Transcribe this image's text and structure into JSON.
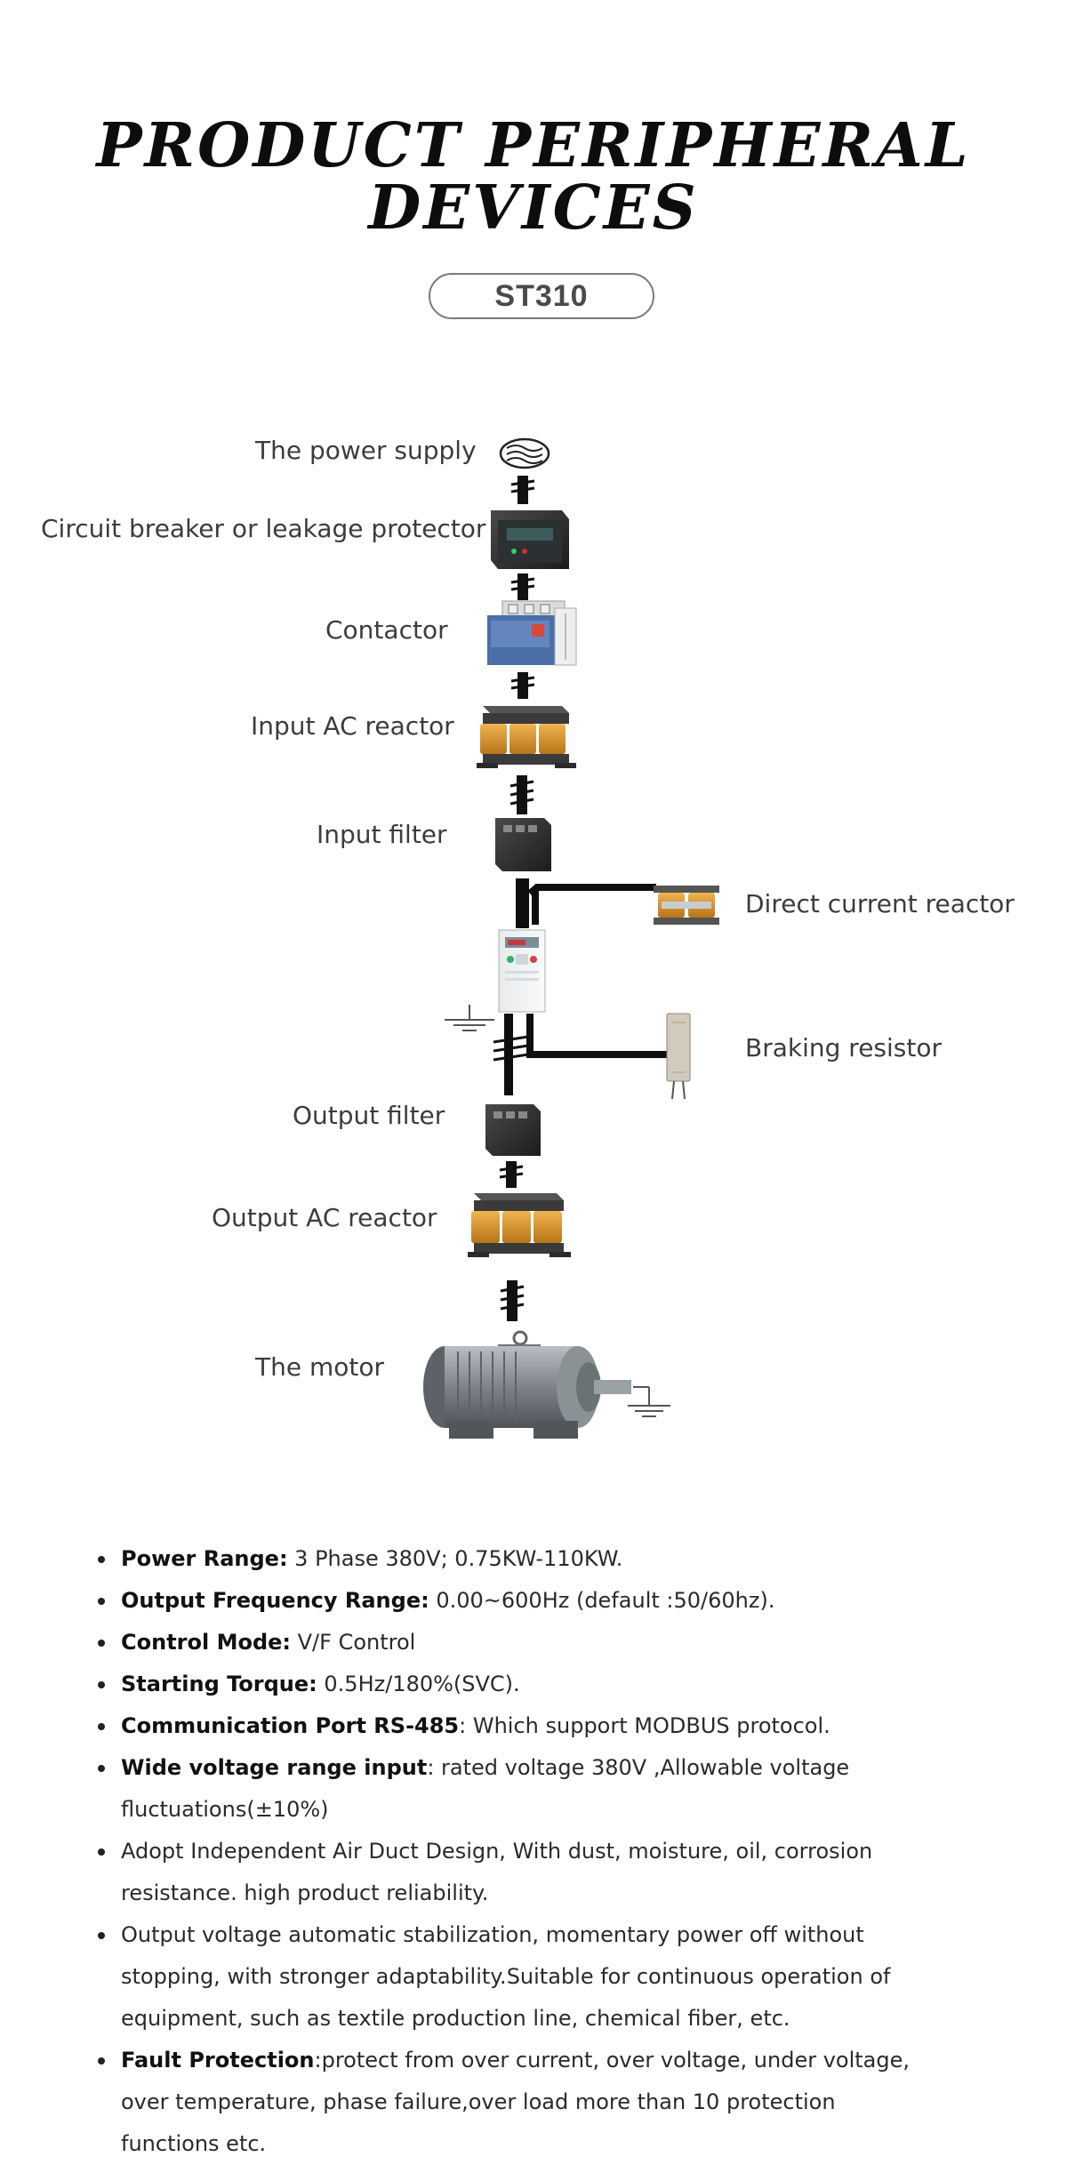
{
  "title_line1": "PRODUCT PERIPHERAL",
  "title_line2": "DEVICES",
  "model": "ST310",
  "diagram": {
    "power_supply": "The power supply",
    "circuit_breaker": "Circuit breaker or leakage protector",
    "contactor": "Contactor",
    "input_ac_reactor": "Input AC reactor",
    "input_filter": "Input filter",
    "dc_reactor": "Direct current reactor",
    "braking_resistor": "Braking resistor",
    "output_filter": "Output filter",
    "output_ac_reactor": "Output AC reactor",
    "motor": "The motor"
  },
  "specs": [
    {
      "label": "Power Range:",
      "text": " 3 Phase 380V; 0.75KW-110KW."
    },
    {
      "label": "Output Frequency Range:",
      "text": " 0.00~600Hz (default :50/60hz)."
    },
    {
      "label": "Control Mode:",
      "text": " V/F Control"
    },
    {
      "label": "Starting Torque:",
      "text": " 0.5Hz/180%(SVC)."
    },
    {
      "label": "Communication Port RS-485",
      "text": ": Which support MODBUS protocol."
    },
    {
      "label": "Wide voltage range input",
      "text": ": rated voltage 380V ,Allowable voltage fluctuations(±10%)"
    },
    {
      "label": "",
      "text": "Adopt Independent Air Duct Design,  With dust, moisture, oil, corrosion resistance. high product reliability."
    },
    {
      "label": "",
      "text": "Output voltage automatic stabilization, momentary power off without stopping, with stronger adaptability.Suitable for continuous operation of equipment, such as textile production line, chemical fiber, etc."
    },
    {
      "label": "Fault Protection",
      "text": ":protect from over current, over voltage, under voltage, over temperature, phase failure,over load more than 10 protection functions etc."
    }
  ],
  "colors": {
    "reactor_core": "#3a3a3a",
    "reactor_coil": "#d4952a",
    "contactor_blue": "#4a6ea8",
    "motor_grey": "#7d8489"
  }
}
